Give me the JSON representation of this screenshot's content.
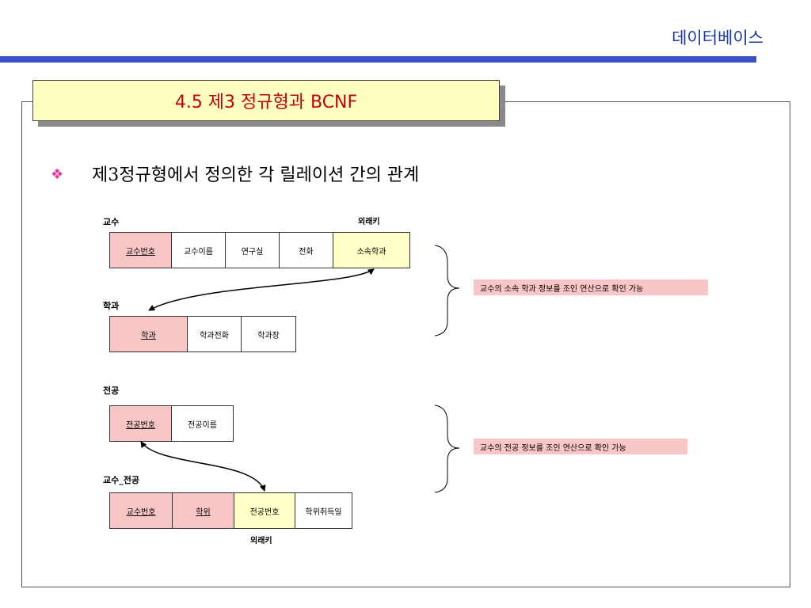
{
  "header": {
    "title": "데이터베이스"
  },
  "slide": {
    "title": "4.5  제3 정규형과  BCNF",
    "bullet_glyph": "❖",
    "heading": "제3정규형에서 정의한 각 릴레이션 간의 관계"
  },
  "diagram1": {
    "professor": {
      "name": "교수",
      "fk_label": "외래키",
      "columns": [
        "교수번호",
        "교수이름",
        "연구실",
        "전화",
        "소속학과"
      ]
    },
    "department": {
      "name": "학과",
      "columns": [
        "학과",
        "학과전화",
        "학과장"
      ]
    },
    "note": "교수의 소속 학과 정보를 조인 연산으로 확인 가능"
  },
  "diagram2": {
    "major": {
      "name": "전공",
      "columns": [
        "전공번호",
        "전공이름"
      ]
    },
    "prof_major": {
      "name": "교수_전공",
      "fk_label": "외래키",
      "columns": [
        "교수번호",
        "학위",
        "전공번호",
        "학위취득일"
      ]
    },
    "note": "교수의 전공 정보를 조인 연산으로 확인 가능"
  },
  "colors": {
    "primary_key_fill": "#f8c6c6",
    "foreign_key_fill": "#ffffc8",
    "title_text": "#c0000c",
    "header_bar": "#3a4fc8"
  }
}
